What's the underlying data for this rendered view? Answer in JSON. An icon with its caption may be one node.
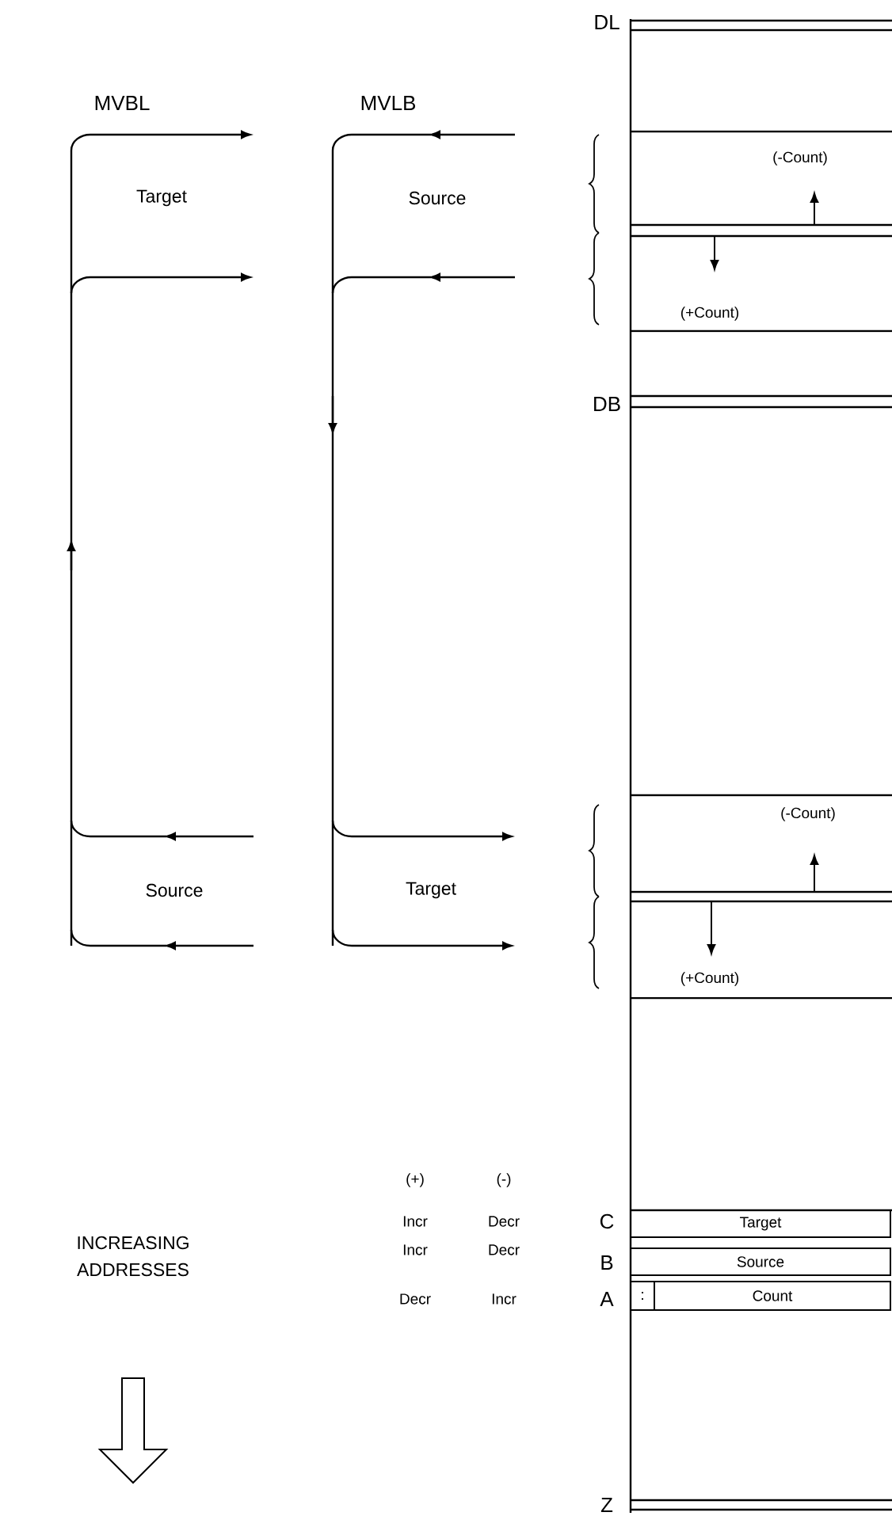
{
  "diagram": {
    "nodes": [
      {
        "text": [
          "Target"
        ]
      },
      {
        "text": [
          "Source"
        ]
      },
      {
        "text": [
          ":"
        ]
      },
      {
        "text": [
          "Count"
        ]
      }
    ],
    "labels": [
      "DL",
      "MVBL",
      "MVLB",
      "(-Count)",
      "Target",
      "Source",
      "(+Count)",
      "DB",
      "(-Count)",
      "Source",
      "Target",
      "(+Count)",
      "(+)",
      "(-)",
      "Incr",
      "Decr",
      "C",
      "Incr",
      "Decr",
      "B",
      "INCREASING ADDRESSES",
      "Decr",
      "Incr",
      "A",
      "Z"
    ]
  }
}
